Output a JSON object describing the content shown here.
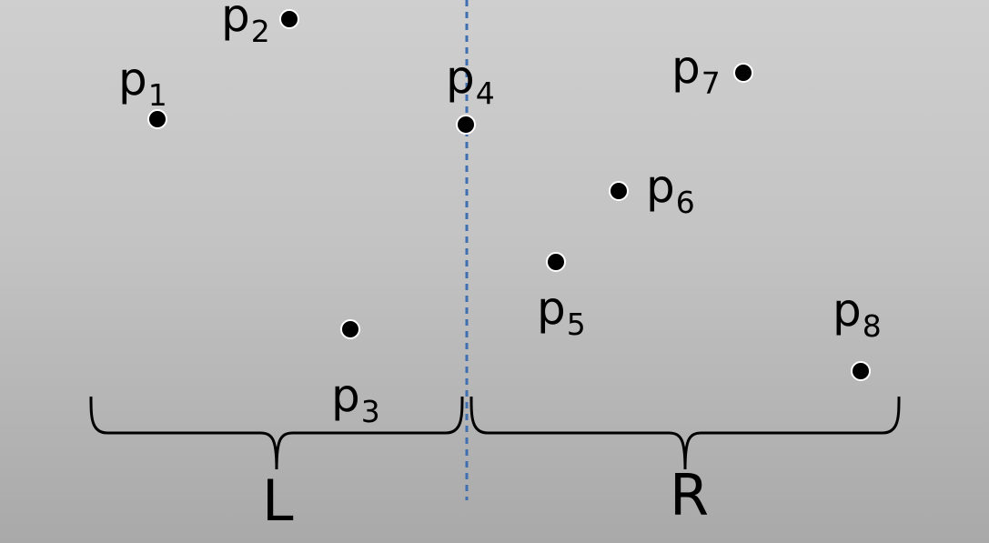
{
  "diagram": {
    "points": [
      {
        "id": "p1",
        "name": "p",
        "sub": "1"
      },
      {
        "id": "p2",
        "name": "p",
        "sub": "2"
      },
      {
        "id": "p3",
        "name": "p",
        "sub": "3"
      },
      {
        "id": "p4",
        "name": "p",
        "sub": "4"
      },
      {
        "id": "p5",
        "name": "p",
        "sub": "5"
      },
      {
        "id": "p6",
        "name": "p",
        "sub": "6"
      },
      {
        "id": "p7",
        "name": "p",
        "sub": "7"
      },
      {
        "id": "p8",
        "name": "p",
        "sub": "8"
      }
    ],
    "left_label": "L",
    "right_label": "R",
    "colors": {
      "divider": "#3f6fb0",
      "point_fill": "#000000",
      "point_stroke": "#ffffff",
      "ink": "#000000"
    }
  }
}
